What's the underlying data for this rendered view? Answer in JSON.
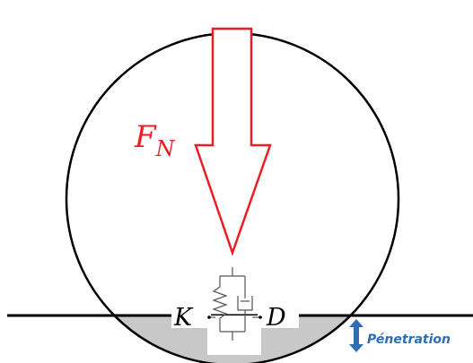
{
  "labels": {
    "force": "F",
    "force_subscript": "N",
    "stiffness": "K",
    "damping": "D",
    "penetration": "Pénetration"
  },
  "colors": {
    "force_arrow": "#ee1c24",
    "penetration_arrow": "#2e6db6",
    "penetration_text": "#2e6db6",
    "contact_zone": "#c8c8c8",
    "outline": "#000000"
  },
  "icons": {
    "force_arrow": "down-arrow-icon",
    "penetration_arrow": "double-arrow-icon",
    "spring": "spring-icon",
    "damper": "damper-icon"
  }
}
